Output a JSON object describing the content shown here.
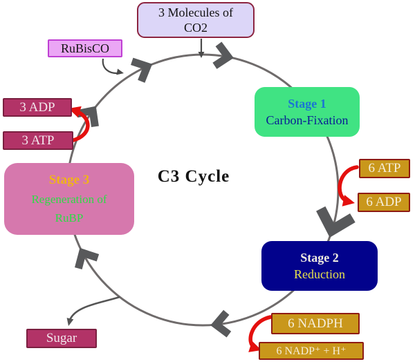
{
  "title": "C3 Cycle",
  "boxes": {
    "co2": "3 Molecules of CO2",
    "rubisco": "RuBisCO",
    "atp6": "6 ATP",
    "adp6": "6 ADP",
    "nadph6": "6 NADPH",
    "nadp6": "6 NADP⁺ + H⁺",
    "adp3": "3 ADP",
    "atp3": "3 ATP",
    "sugar": "Sugar"
  },
  "stages": {
    "stage1": {
      "title": "Stage 1",
      "subtitle": "Carbon-Fixation"
    },
    "stage2": {
      "title": "Stage 2",
      "subtitle": "Reduction"
    },
    "stage3": {
      "title": "Stage 3",
      "subtitle_line1": "Regeneration of",
      "subtitle_line2": "RuBP"
    }
  },
  "icons": {
    "cycle-chevron-icon": "➤ thick gray chevron marking clockwise cycle direction",
    "down-arrow-icon": "↓",
    "curved-arrow-icon": "↷ gray curved connector",
    "red-conversion-arrow-icon": "↷ red curved arrow (cofactor conversion)"
  },
  "colors": {
    "background": "#ffffff",
    "cycle_circle": "#6f6b6b",
    "chevron": "#58595b",
    "red_arrow": "#e4100e",
    "co2_bg": "#dcd6f8",
    "co2_border": "#8c2440",
    "rubisco_bg": "#eba6f5",
    "rubisco_border": "#bf3fd3",
    "stage1_bg": "#40e383",
    "stage1_title": "#1a74d4",
    "stage1_subtitle": "#0a1c96",
    "stage2_bg": "#02028c",
    "stage2_title": "#f2eee1",
    "stage2_subtitle": "#e7e24e",
    "stage3_bg": "#d678ad",
    "stage3_title": "#f0b417",
    "stage3_subtitle": "#2cdc45",
    "gold_bg": "#c9971b",
    "gold_border": "#8e1b13",
    "raspberry_bg": "#b23367",
    "raspberry_border": "#7a1f40"
  }
}
